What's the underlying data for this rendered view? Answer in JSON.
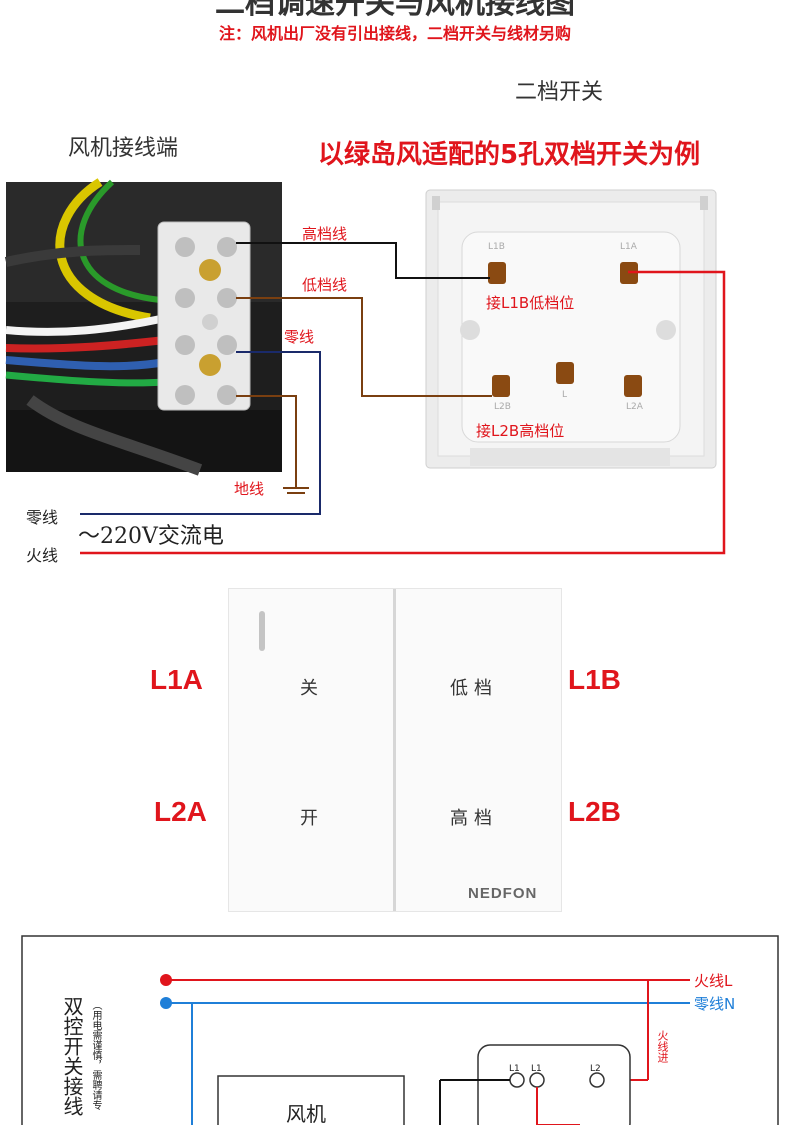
{
  "header": {
    "title": "二档调速开关与风机接线图",
    "note": "注：风机出厂没有引出接线，二档开关与线材另购"
  },
  "section1": {
    "switch_heading": "二档开关",
    "fan_heading": "风机接线端",
    "red_title": "以绿岛风适配的5孔双档开关为例",
    "wire_labels": {
      "high": "高档线",
      "low": "低档线",
      "neutral": "零线",
      "ground": "地线"
    },
    "switch_annotations": {
      "l1b": "接L1B低档位",
      "l2b": "接L2B高档位"
    },
    "switch_terminals": {
      "t1": "L1B",
      "t2": "L1A",
      "t3": "L2B",
      "t4": "L",
      "t5": "L2A"
    },
    "power": {
      "neutral": "零线",
      "live": "火线",
      "ac": "～220V交流电"
    }
  },
  "section2": {
    "codes": {
      "l1a": "L1A",
      "l1b": "L1B",
      "l2a": "L2A",
      "l2b": "L2B"
    },
    "buttons": {
      "off": "关",
      "low": "低档",
      "on": "开",
      "high": "高档"
    },
    "brand": "NEDFON"
  },
  "section3": {
    "title": "双控开关接线",
    "subnote": "（用电需谨慎，需聘请专",
    "live": "火线L",
    "neutral": "零线N",
    "live_in": "火线进",
    "fan": "风机",
    "term_l11": "L1",
    "term_l1": "L1",
    "term_l2": "L2"
  },
  "colors": {
    "red": "#e0151c",
    "blue": "#1f7fd8",
    "brown": "#7a3f10",
    "navy": "#1a2a6a"
  }
}
